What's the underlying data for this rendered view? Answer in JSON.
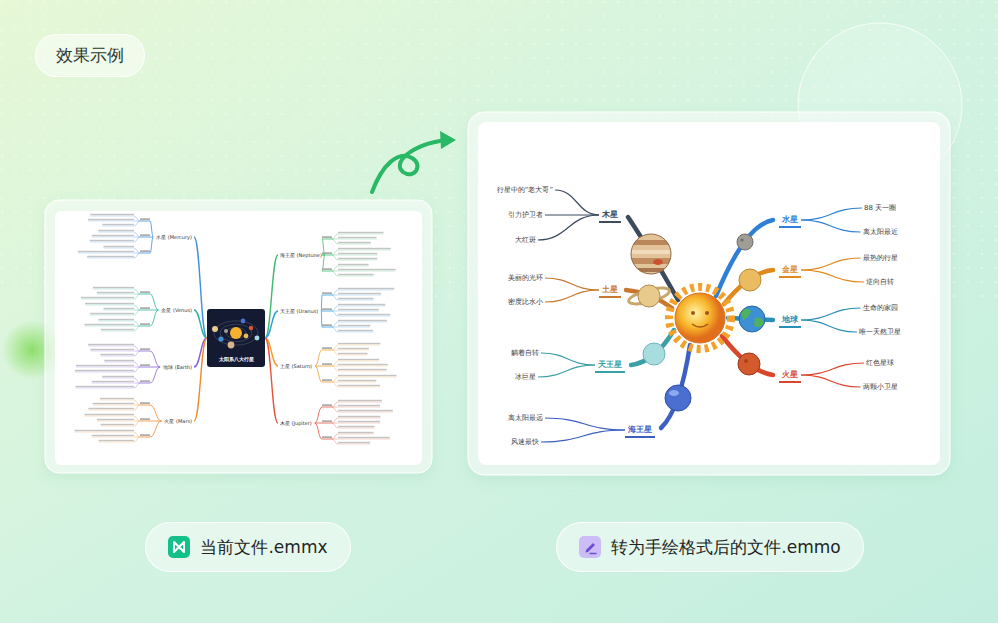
{
  "diagram": {
    "nodes": [
      {
        "text": [
          "效果示例"
        ]
      },
      {
        "text": [
          "太阳系八大行星"
        ]
      },
      {
        "text": [
          "水星 (Mercury)"
        ]
      },
      {
        "text": [
          "金星 (Venus)"
        ]
      },
      {
        "text": [
          "地球 (Earth)"
        ]
      },
      {
        "text": [
          "火星 (Mars)"
        ]
      },
      {
        "text": [
          "海王星 (Neptune)"
        ]
      },
      {
        "text": [
          "天王星 (Uranus)"
        ]
      },
      {
        "text": [
          "土星 (Saturn)"
        ]
      },
      {
        "text": [
          "木星 (Jupiter)"
        ]
      },
      {
        "text": [
          "木星"
        ]
      },
      {
        "text": [
          "行星中的“老大哥”"
        ]
      },
      {
        "text": [
          "引力护卫者"
        ]
      },
      {
        "text": [
          "大红斑"
        ]
      },
      {
        "text": [
          "土星"
        ]
      },
      {
        "text": [
          "美丽的光环"
        ]
      },
      {
        "text": [
          "密度比水小"
        ]
      },
      {
        "text": [
          "天王星"
        ]
      },
      {
        "text": [
          "躺着自转"
        ]
      },
      {
        "text": [
          "冰巨星"
        ]
      },
      {
        "text": [
          "海王星"
        ]
      },
      {
        "text": [
          "离太阳最远"
        ]
      },
      {
        "text": [
          "风速最快"
        ]
      },
      {
        "text": [
          "水星"
        ]
      },
      {
        "text": [
          "88 天一圈"
        ]
      },
      {
        "text": [
          "离太阳最近"
        ]
      },
      {
        "text": [
          "金星"
        ]
      },
      {
        "text": [
          "最热的行星"
        ]
      },
      {
        "text": [
          "逆向自转"
        ]
      },
      {
        "text": [
          "地球"
        ]
      },
      {
        "text": [
          "生命的家园"
        ]
      },
      {
        "text": [
          "唯一天然卫星"
        ]
      },
      {
        "text": [
          "火星"
        ]
      },
      {
        "text": [
          "红色星球"
        ]
      },
      {
        "text": [
          "两颗小卫星"
        ]
      },
      {
        "text": [
          "当前文件.emmx"
        ]
      },
      {
        "text": [
          "转为手绘格式后的文件.emmo"
        ]
      }
    ],
    "edges": [
      {
        "from": 1,
        "to": 2,
        "arrow": "none"
      },
      {
        "from": 1,
        "to": 3,
        "arrow": "none"
      },
      {
        "from": 1,
        "to": 4,
        "arrow": "none"
      },
      {
        "from": 1,
        "to": 5,
        "arrow": "none"
      },
      {
        "from": 1,
        "to": 6,
        "arrow": "none"
      },
      {
        "from": 1,
        "to": 7,
        "arrow": "none"
      },
      {
        "from": 1,
        "to": 8,
        "arrow": "none"
      },
      {
        "from": 1,
        "to": 9,
        "arrow": "none"
      },
      {
        "from": 10,
        "to": 11,
        "arrow": "none"
      },
      {
        "from": 10,
        "to": 12,
        "arrow": "none"
      },
      {
        "from": 10,
        "to": 13,
        "arrow": "none"
      },
      {
        "from": 14,
        "to": 15,
        "arrow": "none"
      },
      {
        "from": 14,
        "to": 16,
        "arrow": "none"
      },
      {
        "from": 17,
        "to": 18,
        "arrow": "none"
      },
      {
        "from": 17,
        "to": 19,
        "arrow": "none"
      },
      {
        "from": 20,
        "to": 21,
        "arrow": "none"
      },
      {
        "from": 20,
        "to": 22,
        "arrow": "none"
      },
      {
        "from": 23,
        "to": 24,
        "arrow": "none"
      },
      {
        "from": 23,
        "to": 25,
        "arrow": "none"
      },
      {
        "from": 26,
        "to": 27,
        "arrow": "none"
      },
      {
        "from": 26,
        "to": 28,
        "arrow": "none"
      },
      {
        "from": 29,
        "to": 30,
        "arrow": "none"
      },
      {
        "from": 29,
        "to": 31,
        "arrow": "none"
      },
      {
        "from": 32,
        "to": 33,
        "arrow": "none"
      },
      {
        "from": 32,
        "to": 34,
        "arrow": "none"
      }
    ]
  }
}
